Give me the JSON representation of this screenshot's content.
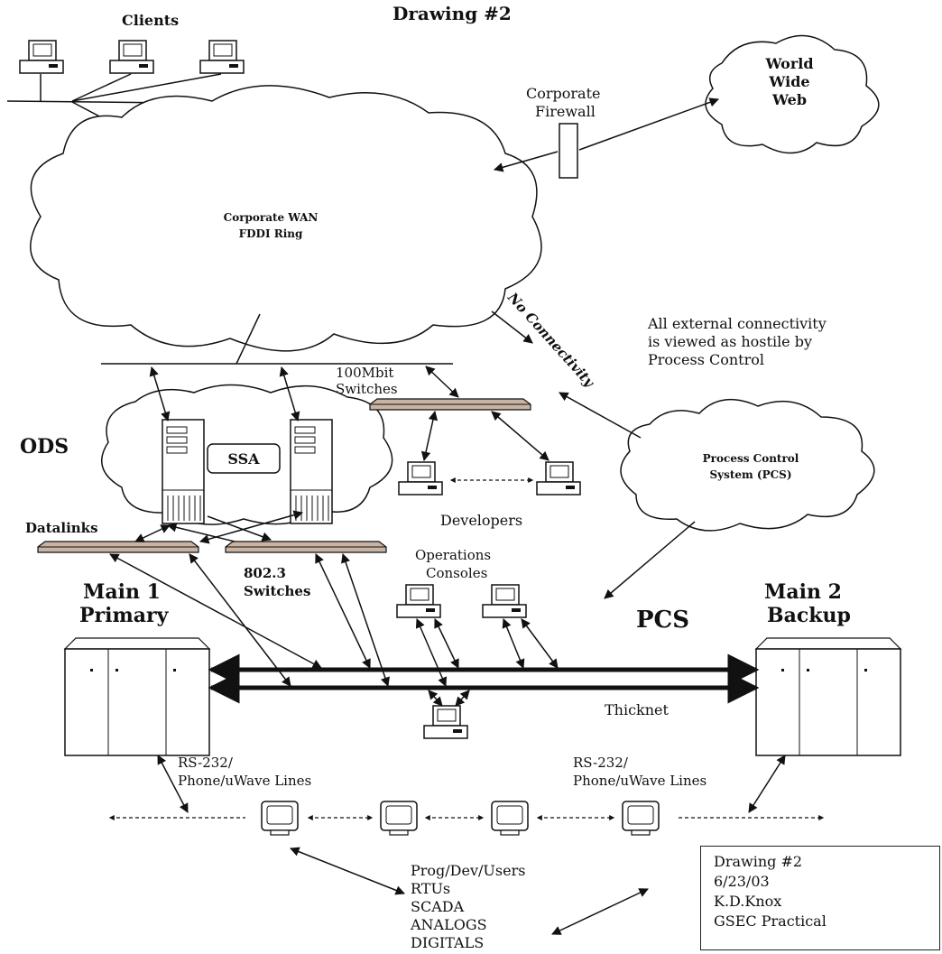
{
  "title": "Drawing #2",
  "labels": {
    "clients": "Clients",
    "www": [
      "World",
      "Wide",
      "Web"
    ],
    "firewall": [
      "Corporate",
      "Firewall"
    ],
    "wan": [
      "Corporate WAN",
      "FDDI Ring"
    ],
    "no_connectivity": "No Connectivity",
    "external_note": [
      "All external connectivity",
      "is viewed as hostile by",
      "Process Control"
    ],
    "switches_100": [
      "100Mbit",
      "Switches"
    ],
    "ods": "ODS",
    "ssa": "SSA",
    "pcs_cloud": [
      "Process Control",
      "System (PCS)"
    ],
    "developers": "Developers",
    "datalinks": "Datalinks",
    "switches_8023": [
      "802.3",
      "Switches"
    ],
    "ops_consoles": [
      "Operations",
      "Consoles"
    ],
    "main1": [
      "Main 1",
      "Primary"
    ],
    "main2": [
      "Main 2",
      "Backup"
    ],
    "pcs": "PCS",
    "thicknet": "Thicknet",
    "rs232_left": [
      "RS-232/",
      "Phone/uWave Lines"
    ],
    "rs232_right": [
      "RS-232/",
      "Phone/uWave Lines"
    ],
    "rtu_list": [
      "Prog/Dev/Users",
      "RTUs",
      "SCADA",
      "ANALOGS",
      "DIGITALS"
    ]
  },
  "notebox": [
    "Drawing #2",
    "6/23/03",
    "K.D.Knox",
    "GSEC Practical"
  ]
}
